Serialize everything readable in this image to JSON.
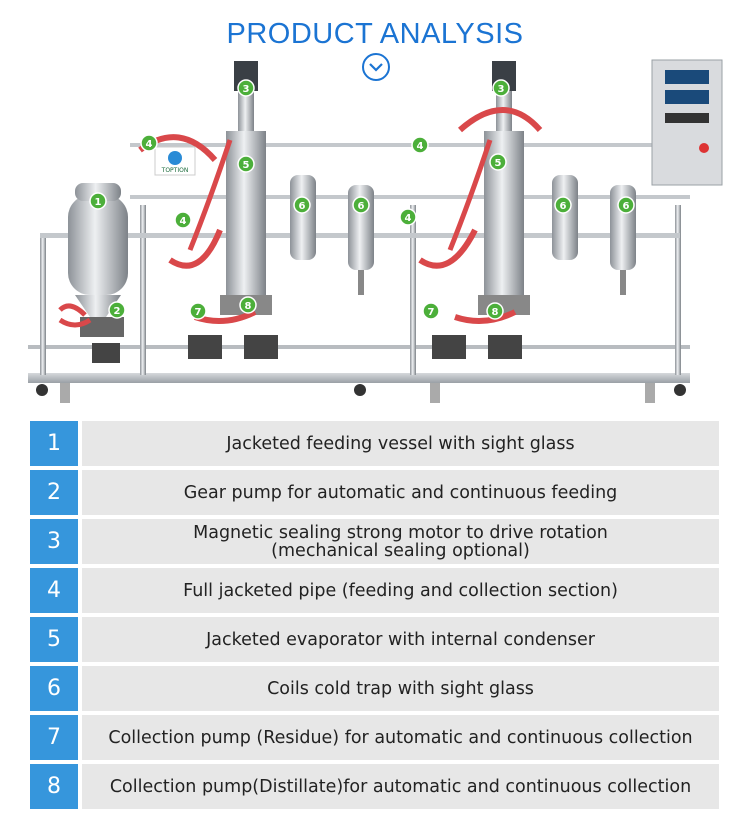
{
  "title": "PRODUCT ANALYSIS",
  "brand": "TOPTION",
  "callouts": [
    "1",
    "2",
    "3",
    "3",
    "4",
    "4",
    "4",
    "4",
    "5",
    "5",
    "6",
    "6",
    "6",
    "6",
    "7",
    "7",
    "8",
    "8"
  ],
  "colors": {
    "accent": "#1b74d3",
    "number_bg": "#3696dc",
    "row_bg": "#e7e7e7",
    "callout_green": "#4caf3a",
    "jacket_red": "#d9484a"
  },
  "rows": [
    {
      "num": "1",
      "text": "Jacketed feeding vessel with sight glass"
    },
    {
      "num": "2",
      "text": "Gear pump for automatic and continuous feeding"
    },
    {
      "num": "3",
      "text": "Magnetic sealing strong motor to drive rotation",
      "text2": "(mechanical sealing optional)"
    },
    {
      "num": "4",
      "text": "Full jacketed pipe (feeding and collection section)"
    },
    {
      "num": "5",
      "text": "Jacketed evaporator with internal condenser"
    },
    {
      "num": "6",
      "text": "Coils cold trap with sight glass"
    },
    {
      "num": "7",
      "text": "Collection pump (Residue) for automatic and continuous collection"
    },
    {
      "num": "8",
      "text": "Collection pump(Distillate)for automatic and continuous collection"
    }
  ]
}
